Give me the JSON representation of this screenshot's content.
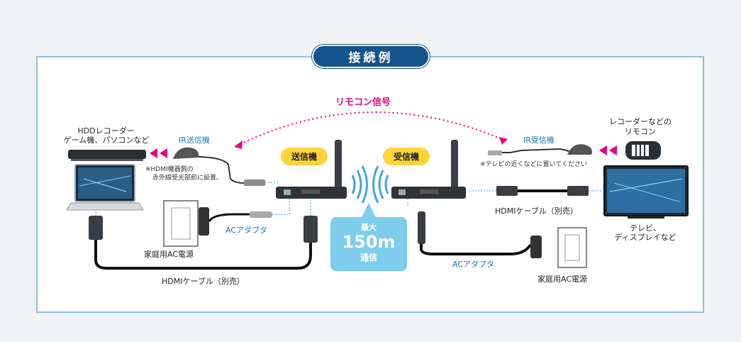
{
  "title": "接続例",
  "labels": {
    "remote_signal": "リモコン信号",
    "hdd_recorder_line1": "HDDレコーダー",
    "hdd_recorder_line2": "ゲーム機、パソコンなど",
    "ir_transmitter": "IR送信機",
    "ir_tx_note_line1": "※HDMI機器側の",
    "ir_tx_note_line2": "赤外線受光部前に設置。",
    "transmitter": "送信機",
    "receiver": "受信機",
    "ir_receiver": "IR受信機",
    "ir_rx_note": "※テレビの近くなどに置いてください",
    "remote_line1": "レコーダーなどの",
    "remote_line2": "リモコン",
    "ac_adapter_left": "ACアダプタ",
    "home_ac_left": "家庭用AC電源",
    "hdmi_cable_left": "HDMIケーブル（別売）",
    "hdmi_cable_right": "HDMIケーブル（別売）",
    "ac_adapter_right": "ACアダプタ",
    "home_ac_right": "家庭用AC電源",
    "tv_line1": "テレビ、",
    "tv_line2": "ディスプレイなど",
    "range_label_top": "最大",
    "range_value": "150m",
    "range_label_bottom": "通信"
  },
  "colors": {
    "title_bg": "#14548a",
    "accent_magenta": "#e6007e",
    "accent_blue": "#1a7ac0",
    "bubble_yellow": "#ffd43b",
    "range_box": "#7ecdec"
  }
}
